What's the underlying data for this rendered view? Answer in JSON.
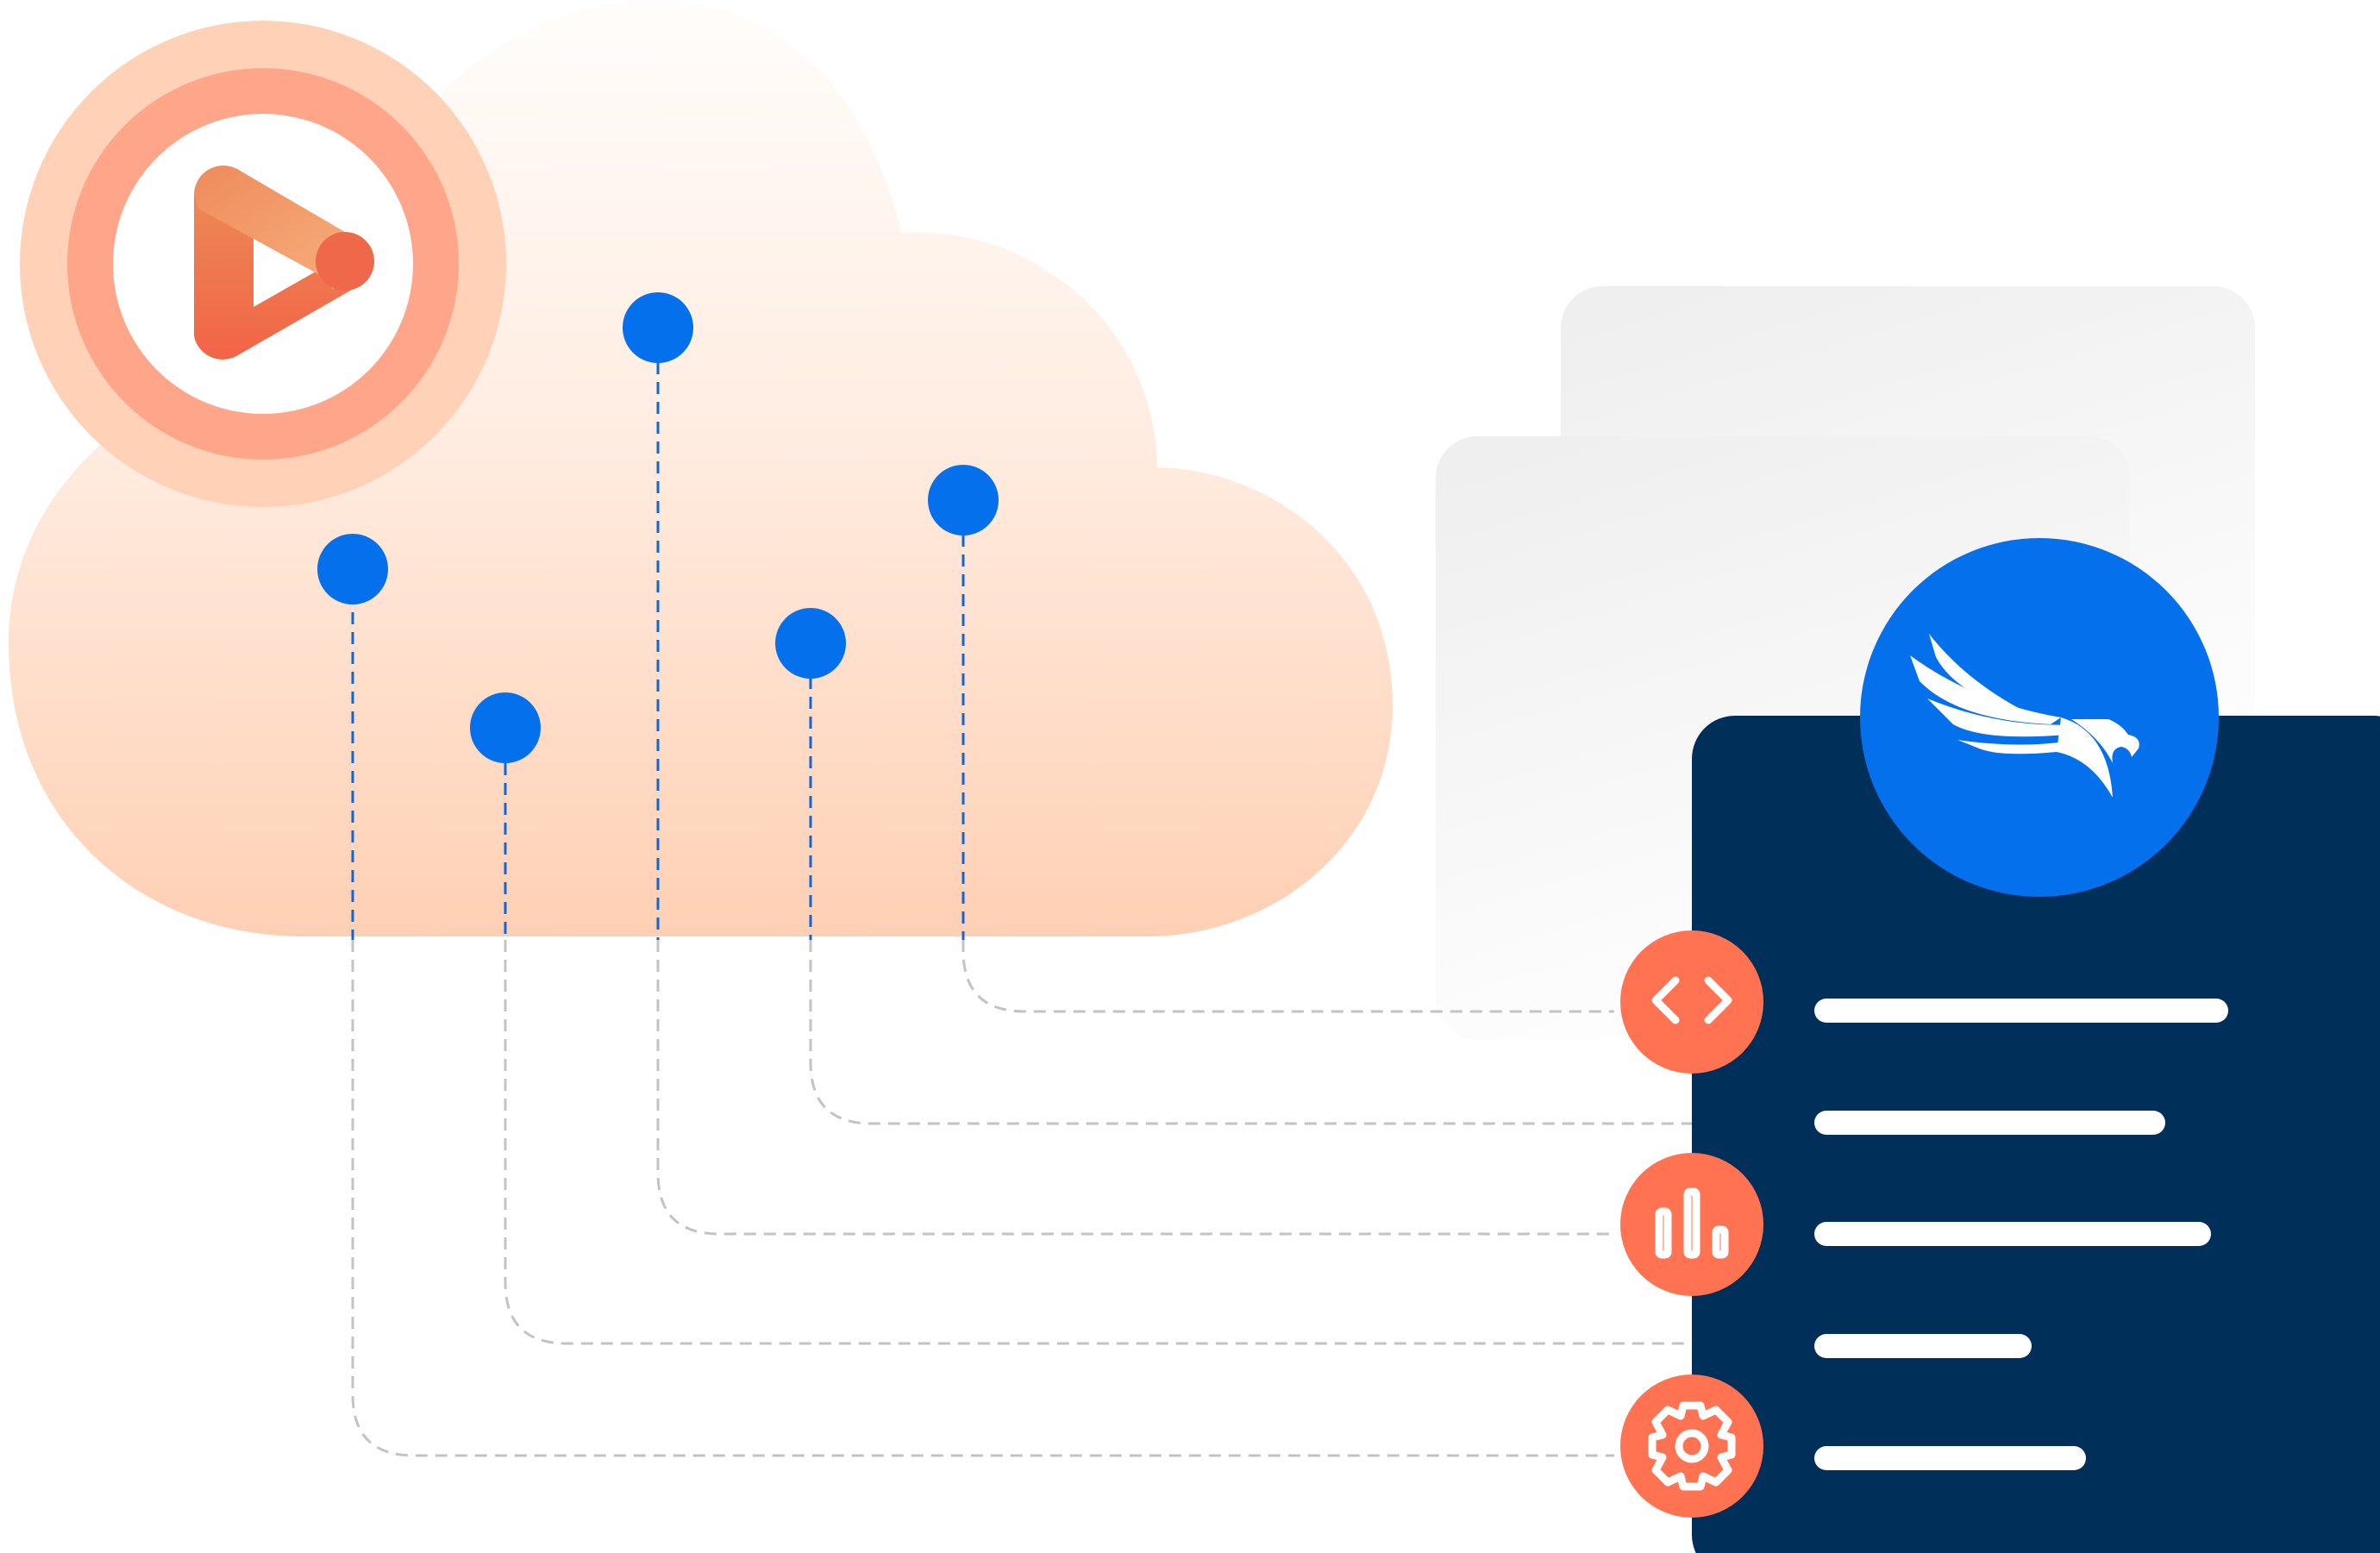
{
  "colors": {
    "blue": "#0570EB",
    "navy": "#002F5A",
    "coral": "#FF7352",
    "peach_light": "#FFD1B6",
    "peach_mid": "#FFA58A",
    "cloud_top": "#FFFCFA",
    "cloud_bottom": "#FFD0B4",
    "dash_blue": "#0E66D8",
    "dash_gray": "#C3C3C3",
    "card_gray": "#EFEFEF",
    "white": "#FFFFFF"
  },
  "icons": {
    "source_logo": "play-triangle-logo",
    "destination_logo": "eagle-logo",
    "connector_badges": [
      "code-brackets-icon",
      "bar-chart-icon",
      "gear-icon"
    ]
  },
  "connections": {
    "source_nodes": 5,
    "destination_rows": 5
  }
}
